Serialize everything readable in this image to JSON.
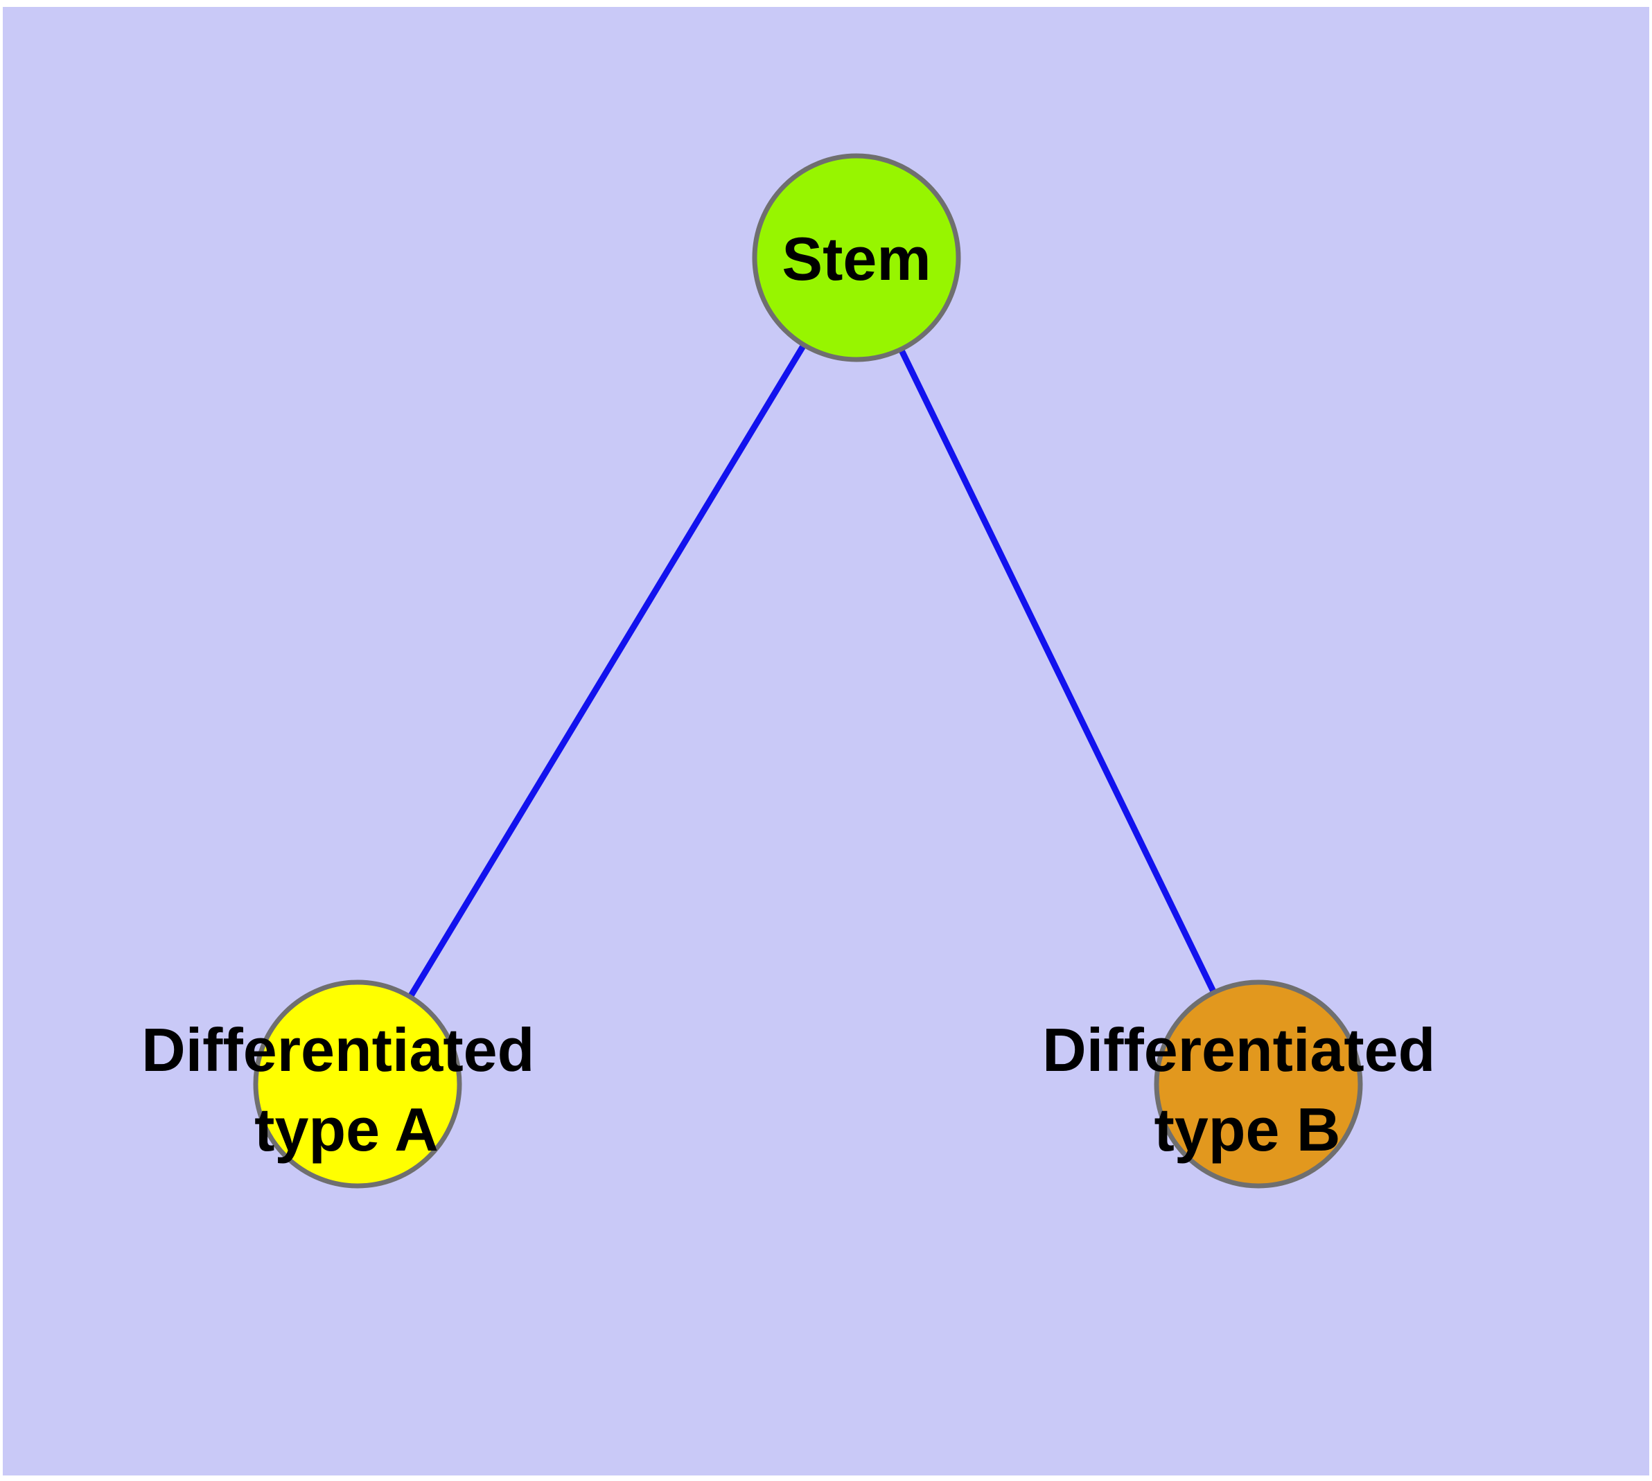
{
  "diagram": {
    "type": "graph",
    "description": "Stem cell differentiation graph: one stem node branching to two differentiated cell type nodes",
    "colors": {
      "page_margin": "#ffffff",
      "background": "#c9c9f7",
      "edge": "#1212ee",
      "node_border": "#6f6f6f",
      "label": "#000000"
    },
    "nodes": [
      {
        "id": "stem",
        "label": "Stem",
        "color": "#97f500"
      },
      {
        "id": "diff_a",
        "label_line1": "Differentiated",
        "label_line2": "type A",
        "color": "#ffff00"
      },
      {
        "id": "diff_b",
        "label_line1": "Differentiated",
        "label_line2": "type B",
        "color": "#e2981e"
      }
    ],
    "edges": [
      {
        "from": "stem",
        "to": "diff_a"
      },
      {
        "from": "stem",
        "to": "diff_b"
      }
    ]
  }
}
